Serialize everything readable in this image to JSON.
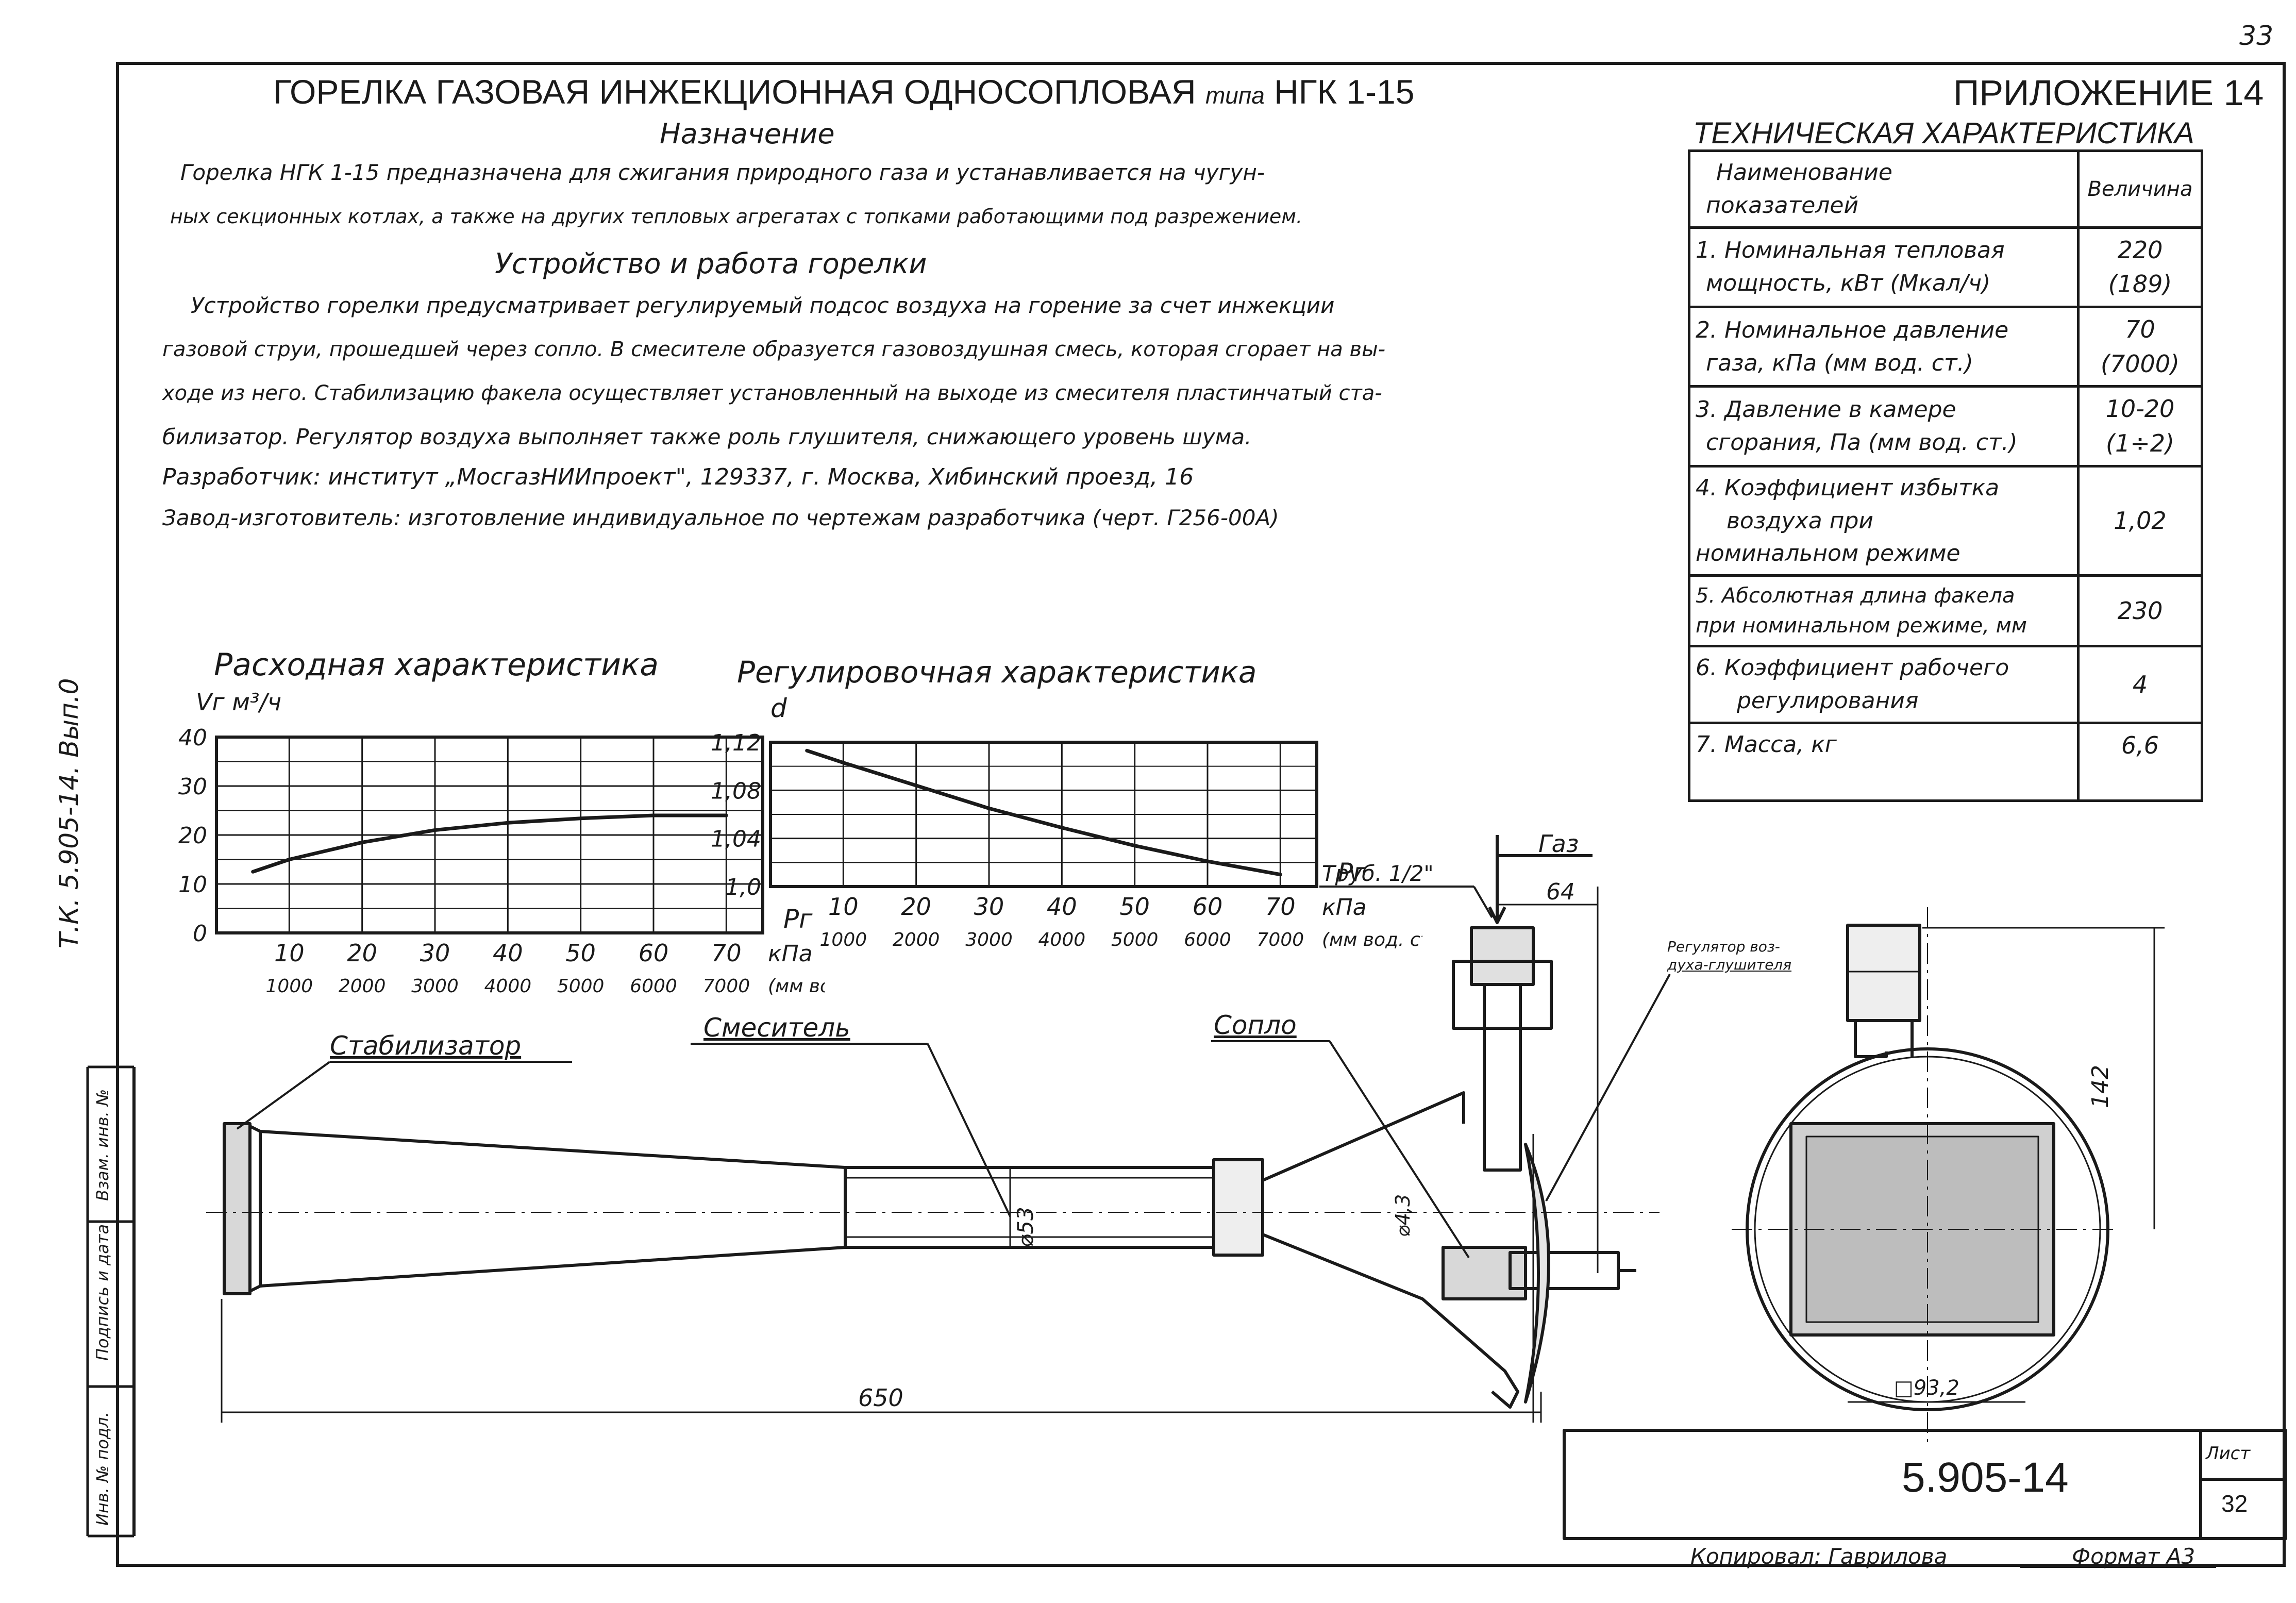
{
  "page_number": "33",
  "title": {
    "main": "ГОРЕЛКА ГАЗОВАЯ ИНЖЕКЦИОННАЯ ОДНОСОПЛОВАЯ",
    "type_word": "типа",
    "model": "НГК 1-15"
  },
  "appendix": "ПРИЛОЖЕНИЕ 14",
  "purpose": {
    "heading": "Назначение",
    "line1": "Горелка НГК 1-15 предназначена для сжигания природного газа и устанавливается на чугун-",
    "line2": "ных секционных котлах, а также на других тепловых агрегатах с топками работающими под разрежением."
  },
  "operation": {
    "heading": "Устройство и работа горелки",
    "line1": "Устройство горелки предусматривает регулируемый подсос воздуха на горение за счет инжекции",
    "line2": "газовой струи, прошедшей через сопло. В смесителе образуется газовоздушная смесь, которая сгорает на вы-",
    "line3": "ходе из него. Стабилизацию факела осуществляет установленный на выходе из смесителя пластинчатый ста-",
    "line4": "билизатор. Регулятор воздуха выполняет также роль глушителя, снижающего уровень шума."
  },
  "developer": "Разработчик: институт „МосгазНИИпроект\", 129337, г. Москва, Хибинский проезд, 16",
  "manufacturer": "Завод-изготовитель: изготовление индивидуальное по чертежам разработчика (черт. Г256-00А)",
  "tech_spec": {
    "heading": "ТЕХНИЧЕСКАЯ ХАРАКТЕРИСТИКА",
    "col1_line1": "Наименование",
    "col1_line2": "показателей",
    "col2": "Величина",
    "rows": [
      {
        "line1": "1. Номинальная тепловая",
        "line2": "мощность, кВт (Мкал/ч)",
        "value": "220 (189)"
      },
      {
        "line1": "2. Номинальное давление",
        "line2": "газа, кПа (мм вод. ст.)",
        "value": "70 (7000)"
      },
      {
        "line1": "3. Давление в камере",
        "line2": "сгорания, Па (мм вод. ст.)",
        "value": "10-20 (1÷2)"
      },
      {
        "line1": "4. Коэффициент избытка",
        "line2": "воздуха при",
        "line3": "номинальном режиме",
        "value": "1,02"
      },
      {
        "line1": "5. Абсолютная длина факела",
        "line2": "при номинальном режиме, мм",
        "value": "230"
      },
      {
        "line1": "6. Коэффициент рабочего",
        "line2": "регулирования",
        "value": "4"
      },
      {
        "line1": "7. Масса, кг",
        "line2": "",
        "value": "6,6"
      }
    ]
  },
  "chart_data": [
    {
      "type": "line",
      "title": "Расходная характеристика",
      "ylabel": "Vг м³/ч",
      "xlabel": "Pг",
      "xunit": "кПа",
      "xunit2": "(мм вод. ст.)",
      "x_ticks": [
        10,
        20,
        30,
        40,
        50,
        60,
        70
      ],
      "x_ticks2": [
        1000,
        2000,
        3000,
        4000,
        5000,
        6000,
        7000
      ],
      "y_ticks": [
        0,
        10,
        20,
        30,
        40
      ],
      "y_tick_labels": [
        "0",
        "10",
        "20",
        "30",
        "40"
      ],
      "xlim": [
        0,
        75
      ],
      "ylim": [
        0,
        40
      ],
      "grid": true,
      "x": [
        5,
        10,
        20,
        30,
        40,
        50,
        60,
        70
      ],
      "y": [
        12.5,
        15,
        18.5,
        21,
        22.5,
        23.4,
        24,
        24
      ]
    },
    {
      "type": "line",
      "title": "Регулировочная характеристика",
      "ylabel": "d",
      "xlabel": "Pг",
      "xunit": "кПа",
      "xunit2": "(мм вод. ст.)",
      "x_ticks": [
        10,
        20,
        30,
        40,
        50,
        60,
        70
      ],
      "x_ticks2": [
        1000,
        2000,
        3000,
        4000,
        5000,
        6000,
        7000
      ],
      "y_ticks": [
        1.0,
        1.04,
        1.08,
        1.12
      ],
      "y_tick_labels": [
        "1,0",
        "1,04",
        "1,08",
        "1,12"
      ],
      "xlim": [
        0,
        75
      ],
      "ylim": [
        1.0,
        1.12
      ],
      "grid": true,
      "x": [
        5,
        10,
        20,
        30,
        40,
        50,
        60,
        70
      ],
      "y": [
        1.113,
        1.103,
        1.084,
        1.065,
        1.049,
        1.034,
        1.021,
        1.01
      ]
    }
  ],
  "drawing": {
    "stabilizer": "Стабилизатор",
    "mixer": "Смеситель",
    "nozzle": "Сопло",
    "gas": "Газ",
    "pipe": "Труб. 1/2\"",
    "regulator_line1": "Регулятор воз-",
    "regulator_line2": "духа-глушителя",
    "dim_650": "650",
    "dim_64": "64",
    "dim_d53": "⌀53",
    "dim_d43": "⌀4,3",
    "dim_142": "142",
    "dim_sq": "□93,2"
  },
  "title_block": {
    "doc_number": "5.905-14",
    "sheet_label": "Лист",
    "sheet_number": "32"
  },
  "footer": {
    "copied": "Копировал: Гаврилова",
    "format": "Формат А3"
  },
  "side_stamp": "Т.К. 5.905-14. Вып.0",
  "side_column": [
    "Инв. № подл.",
    "Подпись и дата",
    "Взам. инв. №"
  ]
}
